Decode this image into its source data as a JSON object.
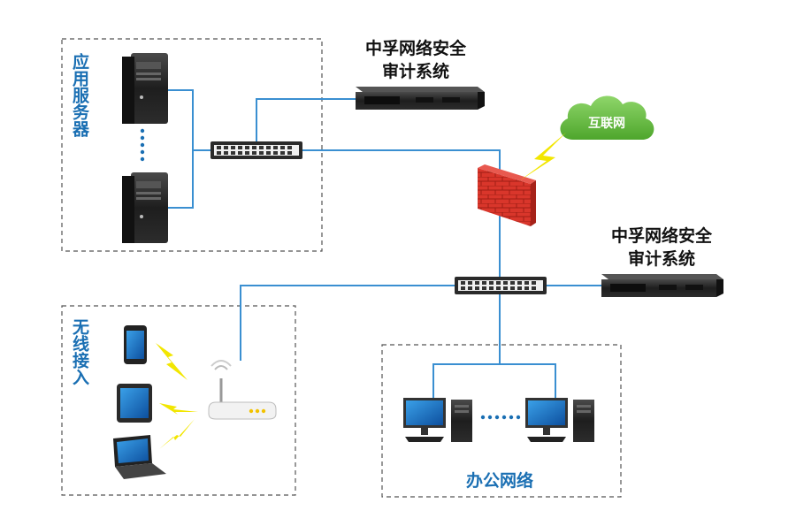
{
  "app_servers": {
    "label": "应用服务器"
  },
  "wireless": {
    "label": "无线接入"
  },
  "office": {
    "label": "办公网络"
  },
  "audit_top": {
    "line1": "中孚网络安全",
    "line2": "审计系统"
  },
  "audit_right": {
    "line1": "中孚网络安全",
    "line2": "审计系统"
  },
  "internet": {
    "label": "互联网"
  },
  "colors": {
    "link": "#3a8fd1",
    "dash_border": "#555555",
    "label_blue": "#1a6fb3",
    "cloud_green": "#6cc24a",
    "firewall_red": "#d9362b",
    "bolt_yellow": "#f2e600"
  },
  "icons": [
    "server-icon",
    "switch-icon",
    "audit-appliance-icon",
    "firewall-icon",
    "cloud-icon",
    "router-icon",
    "phone-icon",
    "tablet-icon",
    "laptop-icon",
    "desktop-pc-icon",
    "lightning-icon"
  ]
}
